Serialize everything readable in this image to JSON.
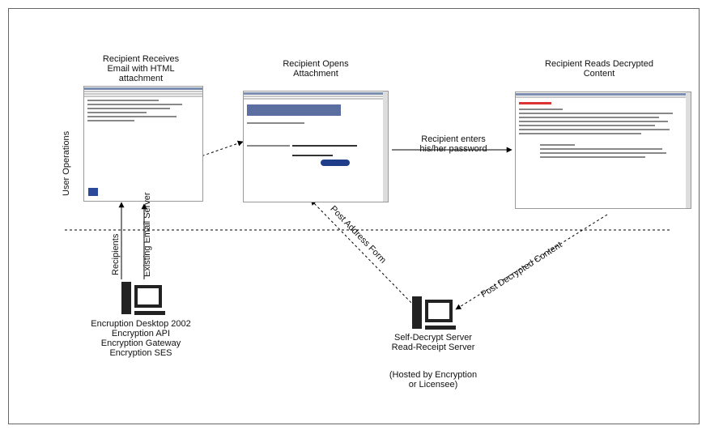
{
  "steps": {
    "receive": "Recipient Receives\nEmail with HTML\nattachment",
    "open": "Recipient Opens\nAttachment",
    "reads": "Recipient Reads Decrypted\nContent",
    "enters_password": "Recipient enters\nhis/her password"
  },
  "side_label": "User Operations",
  "edge_labels": {
    "recipients": "Recipients",
    "existing_mail": "Existing\nEmail Server",
    "post_to_server": "Post Address Form",
    "decrypted_content": "Post Decrypted Content"
  },
  "sender_box": "Encruption Desktop 2002\nEncryption API\nEncryption Gateway\nEncryption SES",
  "server_box": "Self-Decrypt Server\nRead-Receipt Server",
  "server_note": "(Hosted by Encryption\nor Licensee)"
}
